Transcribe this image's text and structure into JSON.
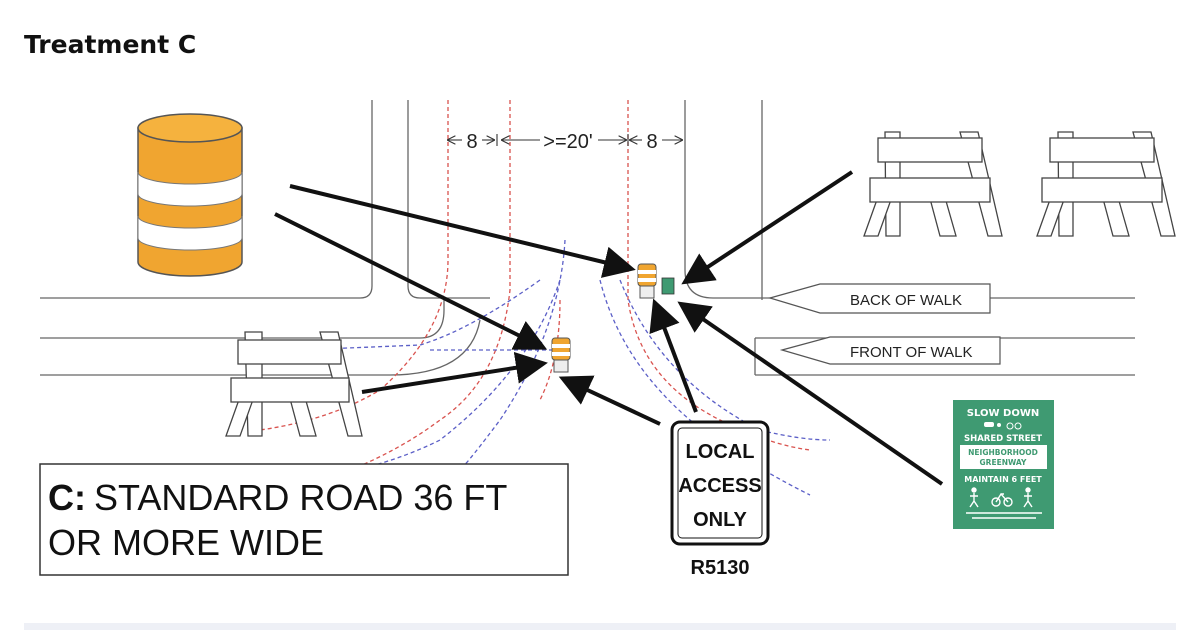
{
  "heading": "Treatment C",
  "dimensions": {
    "left": "8",
    "center": ">=20'",
    "right": "8"
  },
  "walk_labels": {
    "back": "BACK OF WALK",
    "front": "FRONT OF WALK"
  },
  "caption": {
    "prefix": "C:",
    "line1": "STANDARD ROAD 36 FT",
    "line2": "OR MORE WIDE"
  },
  "local_sign": {
    "line1": "LOCAL",
    "line2": "ACCESS",
    "line3": "ONLY",
    "code": "R5130"
  },
  "green_sign": {
    "title": "SLOW DOWN",
    "line2": "SHARED STREET",
    "line3": "NEIGHBORHOOD",
    "line4": "GREENWAY",
    "line5": "MAINTAIN 6 FEET",
    "color": "#3f9a72"
  },
  "colors": {
    "barrel_orange": "#f0a530",
    "red_dash": "#d9534f",
    "blue_dash": "#5b5fc7"
  }
}
